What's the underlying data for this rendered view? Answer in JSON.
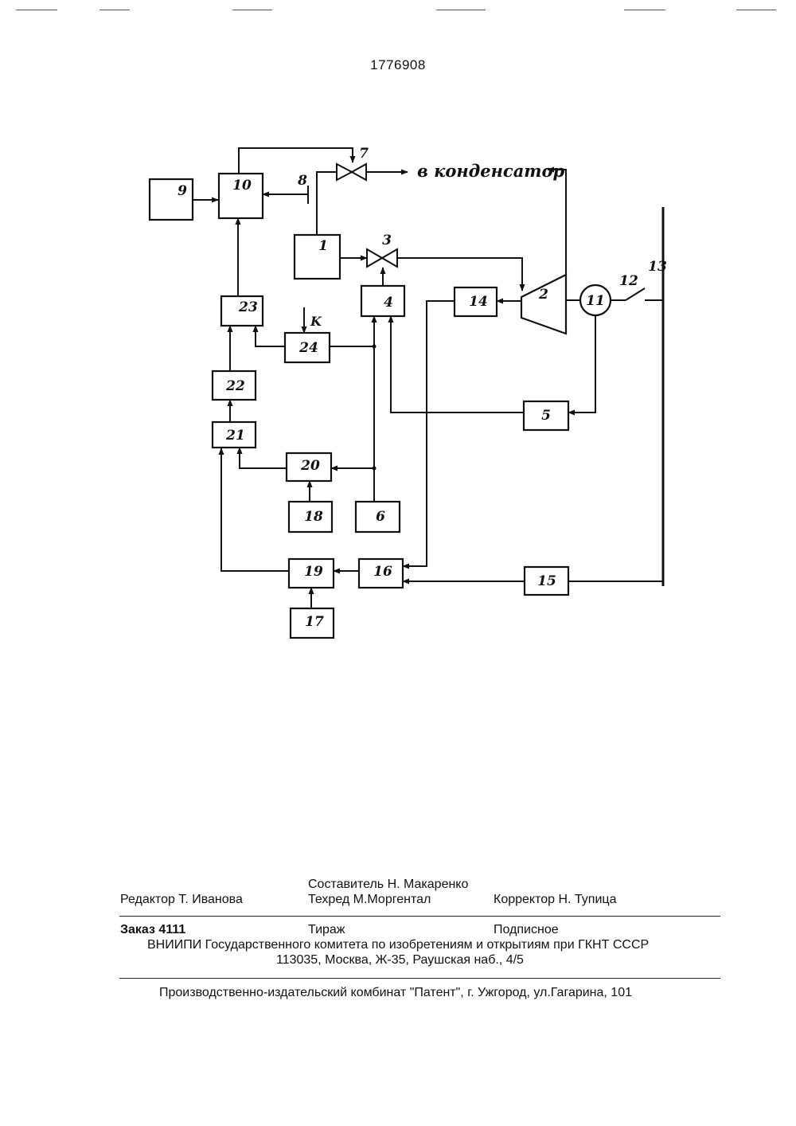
{
  "page_number": "1776908",
  "diagram": {
    "blocks": {
      "b1": "1",
      "b4": "4",
      "b5": "5",
      "b6": "6",
      "b9": "9",
      "b10": "10",
      "b14": "14",
      "b15": "15",
      "b16": "16",
      "b17": "17",
      "b18": "18",
      "b19": "19",
      "b20": "20",
      "b21": "21",
      "b22": "22",
      "b23": "23",
      "b24": "24"
    },
    "labels": {
      "turbine": "2",
      "valve3": "3",
      "valve7": "7",
      "sensor8": "8",
      "generator": "11",
      "switch12": "12",
      "bus13": "13",
      "input_k": "K",
      "to_condenser": "в конденсатор"
    }
  },
  "footer": {
    "compiler": "Составитель  Н. Макаренко",
    "editor": "Редактор  Т. Иванова",
    "techred": "Техред М.Моргентал",
    "corrector": "Корректор  Н. Тупица",
    "order": "Заказ  4111",
    "circulation": "Тираж",
    "subscription": "Подписное",
    "vniipi": "ВНИИПИ Государственного комитета по изобретениям и открытиям при ГКНТ СССР",
    "address": "113035, Москва, Ж-35, Раушская наб., 4/5",
    "publisher": "Производственно-издательский комбинат \"Патент\", г. Ужгород, ул.Гагарина, 101"
  }
}
